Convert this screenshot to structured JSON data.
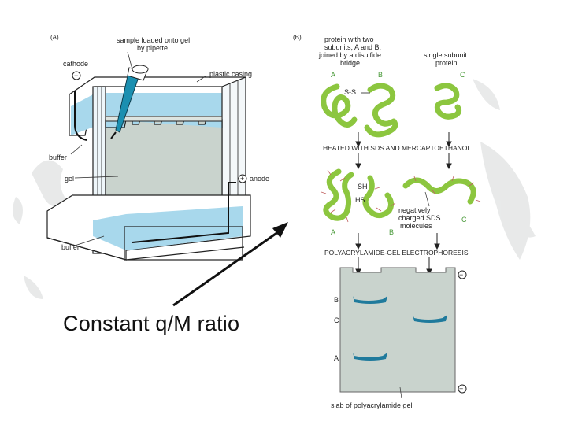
{
  "panel_a": {
    "label": "(A)",
    "sample_label_line1": "sample loaded onto gel",
    "sample_label_line2": "by pipette",
    "cathode": "cathode",
    "cathode_symbol": "−",
    "plastic_casing": "plastic casing",
    "buffer_top": "buffer",
    "gel": "gel",
    "anode": "anode",
    "anode_symbol": "+",
    "buffer_bottom": "buffer"
  },
  "panel_b": {
    "label": "(B)",
    "protein_two_line1": "protein with two",
    "protein_two_line2": "subunits, A and B,",
    "protein_two_line3": "joined by a disulfide",
    "protein_two_line4": "bridge",
    "single_line1": "single subunit",
    "single_line2": "protein",
    "sub_a_top": "A",
    "sub_b_top": "B",
    "sub_c_top": "C",
    "ss": "S-S",
    "heated": "HEATED WITH SDS AND MERCAPTOETHANOL",
    "sh_top": "SH",
    "sh_bottom": "HS",
    "neg_line1": "negatively",
    "neg_line2": "charged SDS",
    "neg_line3": "molecules",
    "sub_a_mid": "A",
    "sub_b_mid": "B",
    "sub_c_mid": "C",
    "electrophoresis": "POLYACRYLAMIDE-GEL ELECTROPHORESIS",
    "gel_minus": "−",
    "gel_plus": "+",
    "band_b": "B",
    "band_c": "C",
    "band_a": "A",
    "slab": "slab of polyacrylamide gel"
  },
  "caption": "Constant q/M ratio",
  "colors": {
    "water": "#a8d8ec",
    "gel": "#c9d3cd",
    "protein": "#8cc63f",
    "band": "#1f7a9c",
    "pipette": "#1b8fb0"
  }
}
